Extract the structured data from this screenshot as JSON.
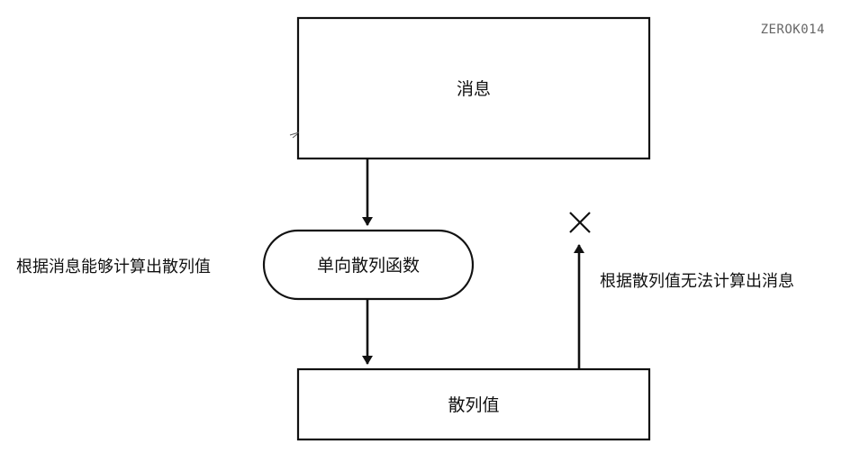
{
  "figure_code": "ZEROK014",
  "nodes": {
    "message": "消息",
    "hash_function": "单向散列函数",
    "hash_value": "散列值"
  },
  "annotations": {
    "forward": "根据消息能够计算出散列值",
    "reverse": "根据散列值无法计算出消息"
  },
  "reverse_mark": "×"
}
